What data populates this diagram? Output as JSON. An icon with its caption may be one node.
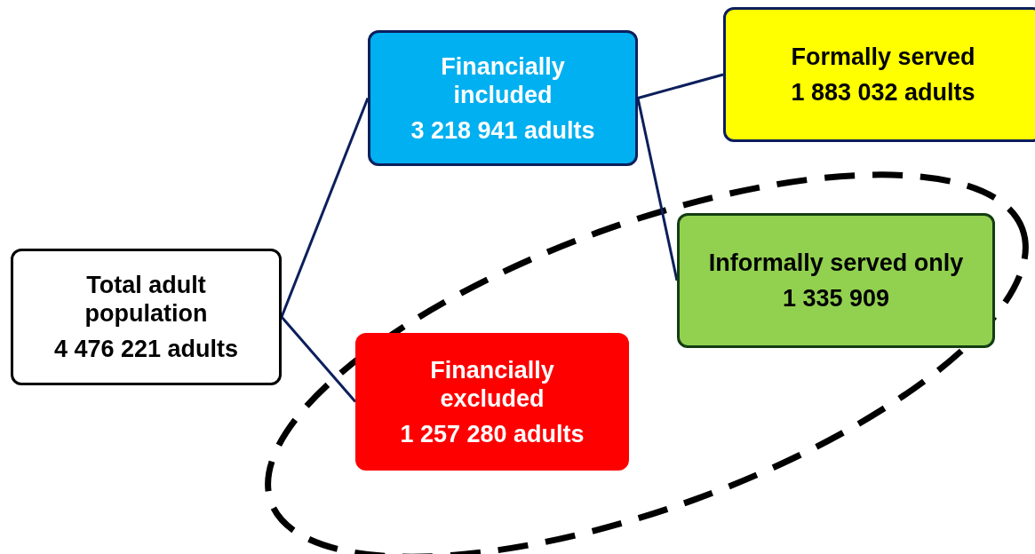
{
  "diagram": {
    "nodes": [
      {
        "text": [
          "Total adult population",
          "4 476 221 adults"
        ]
      },
      {
        "text": [
          "Financially included",
          "3 218 941 adults"
        ]
      },
      {
        "text": [
          "Formally served",
          "1 883 032 adults"
        ]
      },
      {
        "text": [
          "Informally served only",
          "1 335 909"
        ]
      },
      {
        "text": [
          "Financially excluded",
          "1 257 280 adults"
        ]
      }
    ],
    "edges": [
      {
        "from": 0,
        "to": 1,
        "arrow": "none"
      },
      {
        "from": 0,
        "to": 4,
        "arrow": "none"
      },
      {
        "from": 1,
        "to": 2,
        "arrow": "none"
      },
      {
        "from": 1,
        "to": 3,
        "arrow": "none"
      }
    ]
  }
}
